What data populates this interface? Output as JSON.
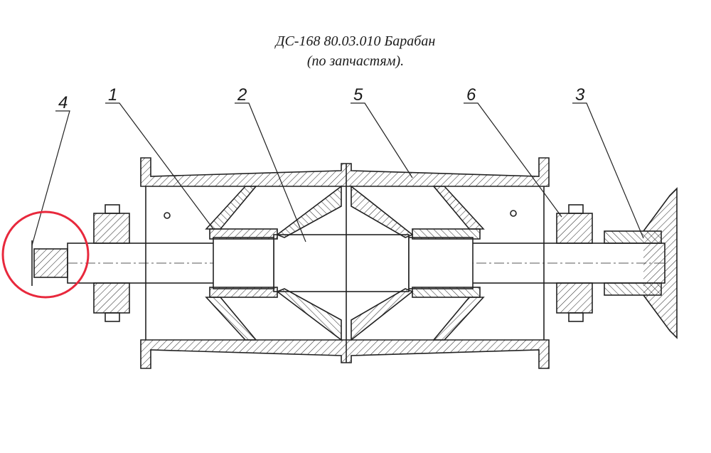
{
  "drawing": {
    "title_line1": "ДС-168 80.03.010 Барабан",
    "title_line2": "(по запчастям).",
    "callouts": [
      "4",
      "1",
      "2",
      "5",
      "6",
      "3"
    ],
    "highlight_color": "#e8283c",
    "line_color": "#222222"
  }
}
